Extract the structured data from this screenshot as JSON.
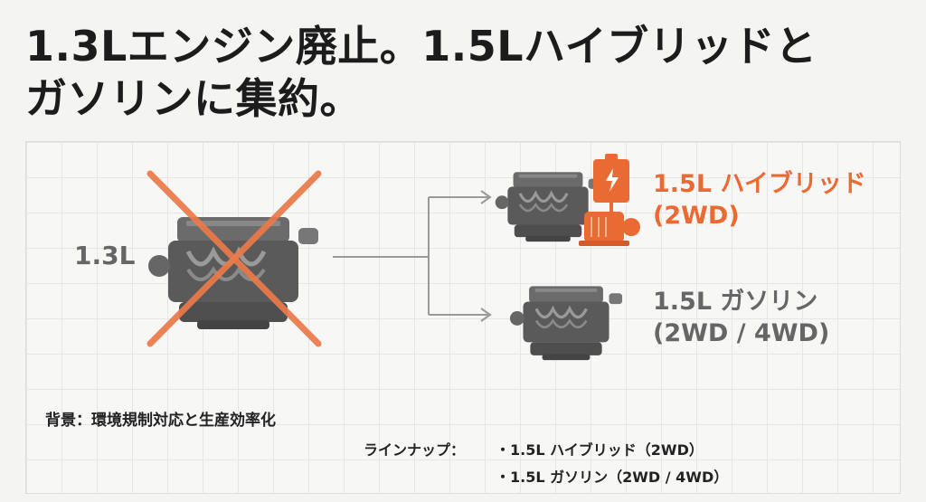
{
  "title": {
    "line1": "1.3Lエンジン廃止。1.5Lハイブリッドと",
    "line2": "ガソリンに集約。"
  },
  "old_engine": {
    "label": "1.3L"
  },
  "hybrid": {
    "line1": "1.5L ハイブリッド",
    "line2": "(2WD)"
  },
  "gasoline": {
    "line1": "1.5L ガソリン",
    "line2": "(2WD / 4WD)"
  },
  "background": {
    "text": "背景：環境規制対応と生産効率化"
  },
  "lineup": {
    "label": "ラインナップ：",
    "items": [
      "・1.5L ハイブリッド（2WD）",
      "・1.5L ガソリン（2WD / 4WD）"
    ]
  },
  "colors": {
    "accent": "#ea6a34",
    "engine": "#5c5c5c",
    "text": "#1c1c1c"
  },
  "icons": [
    "engine-icon",
    "cross-mark-icon",
    "battery-icon",
    "electric-motor-icon",
    "arrow-icon"
  ]
}
